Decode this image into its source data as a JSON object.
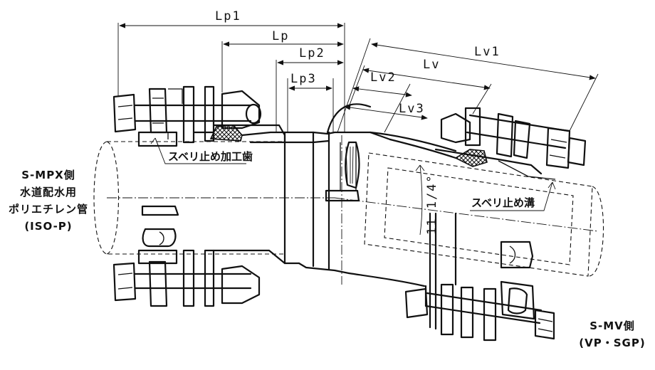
{
  "dimensions": {
    "lp1": "Lp1",
    "lp": "Lp",
    "lp2": "Lp2",
    "lp3": "Lp3",
    "lv1": "Lv1",
    "lv": "Lv",
    "lv2": "Lv2",
    "lv3": "Lv3"
  },
  "callouts": {
    "slip_stop_teeth": "スベリ止め加工歯",
    "slip_stop_groove": "スベリ止め溝",
    "angle": "11 1/4°"
  },
  "left_label": {
    "line1": "S-MPX側",
    "line2": "水道配水用",
    "line3": "ポリエチレン管",
    "line4": "(ISO-P)"
  },
  "right_label": {
    "line1": "S-MV側",
    "line2": "(VP・SGP)"
  }
}
